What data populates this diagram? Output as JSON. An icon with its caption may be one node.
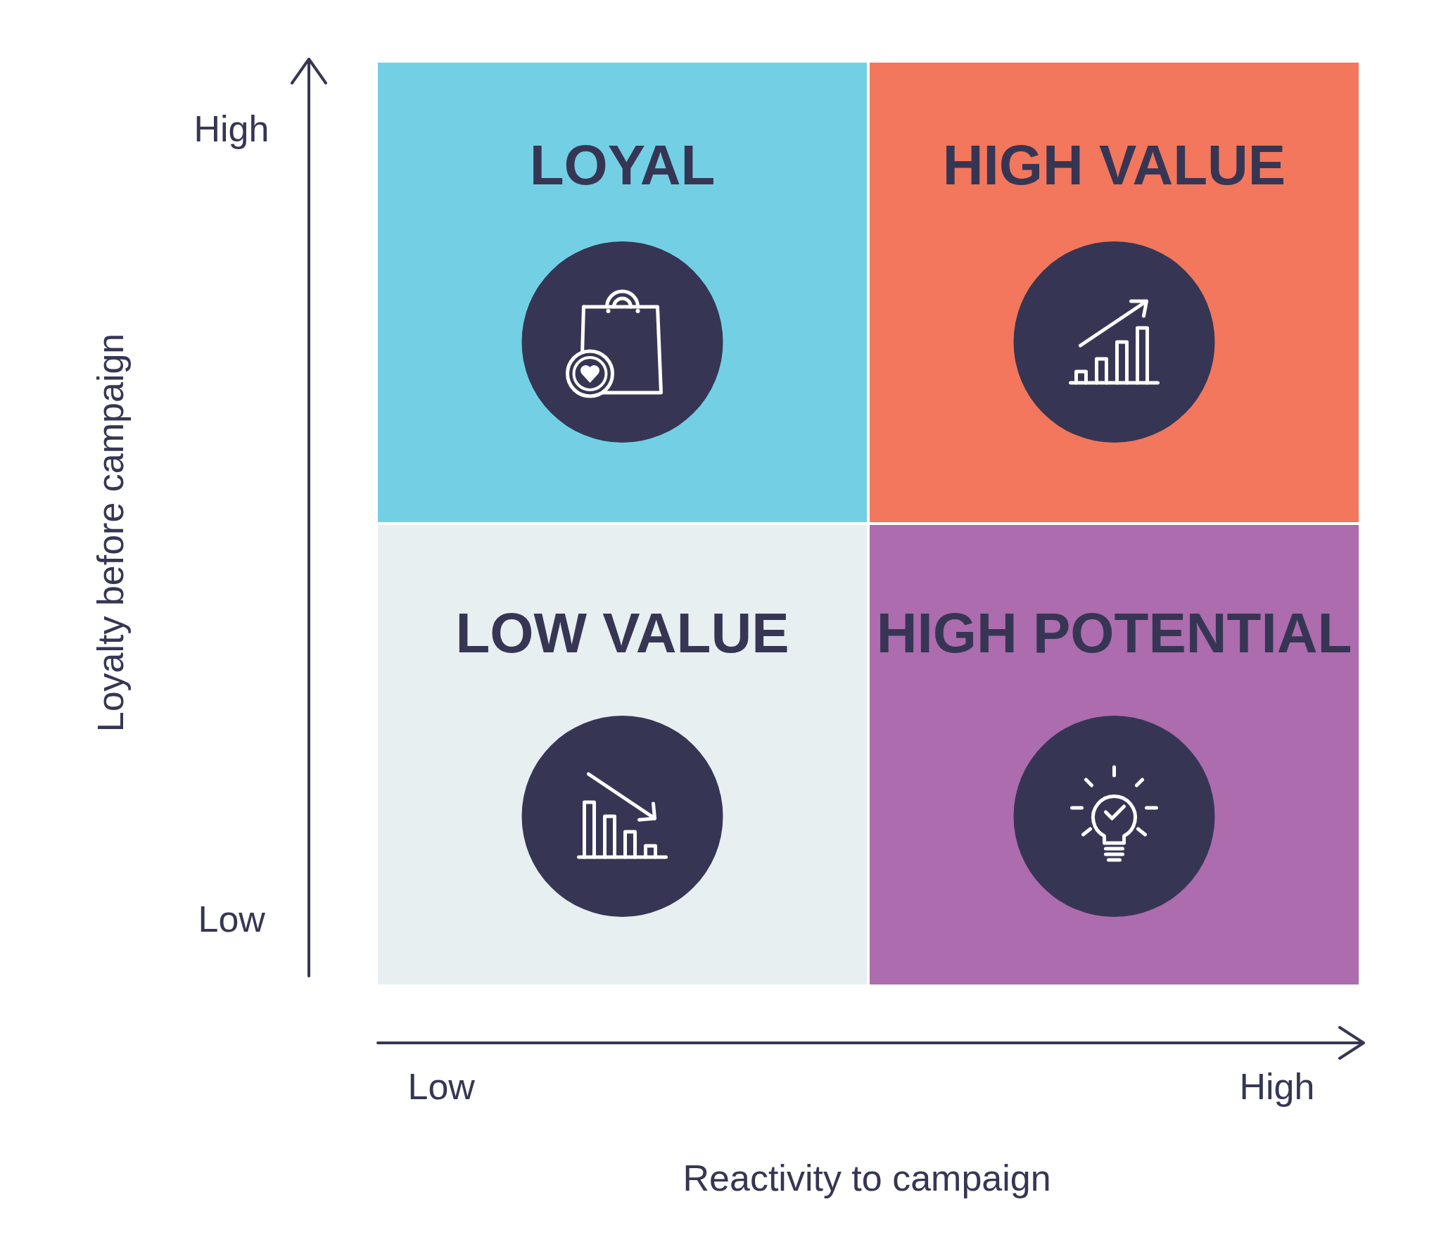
{
  "diagram": {
    "nodes": [
      {
        "text": [
          "LOYAL"
        ]
      },
      {
        "text": [
          "HIGH VALUE"
        ]
      },
      {
        "text": [
          "LOW VALUE"
        ]
      },
      {
        "text": [
          "HIGH POTENTIAL"
        ]
      }
    ],
    "labels": [
      "High",
      "Loyalty before campaign",
      "Low",
      "Low",
      "High",
      "Reactivity to campaign"
    ]
  }
}
